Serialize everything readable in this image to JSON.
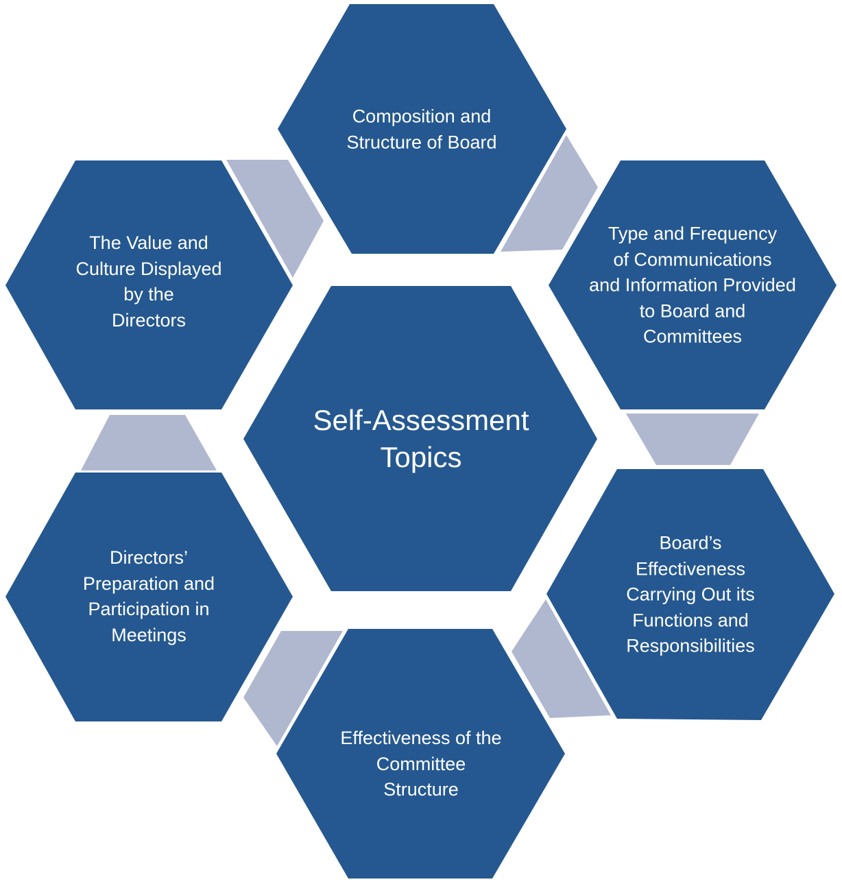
{
  "colors": {
    "hexagon": "#255890",
    "connector": "#b0b8d0",
    "text": "#ffffff"
  },
  "center": {
    "lines": [
      "Self-Assessment",
      "Topics"
    ]
  },
  "topics": [
    {
      "lines": [
        "Composition and",
        "Structure of Board"
      ]
    },
    {
      "lines": [
        "Type and Frequency",
        "of Communications",
        "and Information Provided",
        "to Board and",
        "Committees"
      ]
    },
    {
      "lines": [
        "Board’s",
        "Effectiveness",
        "Carrying Out its",
        "Functions and",
        "Responsibilities"
      ]
    },
    {
      "lines": [
        "Effectiveness of the",
        "Committee",
        "Structure"
      ]
    },
    {
      "lines": [
        "Directors’",
        "Preparation and",
        "Participation in",
        "Meetings"
      ]
    },
    {
      "lines": [
        "The Value and",
        "Culture Displayed",
        "by the",
        "Directors"
      ]
    }
  ]
}
